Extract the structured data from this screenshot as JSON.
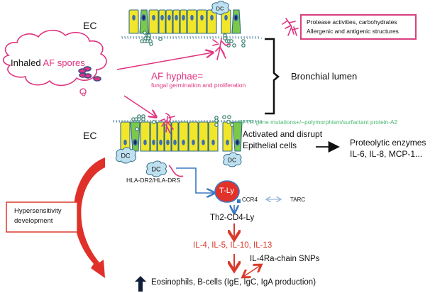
{
  "labels": {
    "ec_top": "EC",
    "ec_bottom": "EC",
    "inhaled_prefix": "Inhaled ",
    "inhaled_highlight": "AF spores",
    "af_hyphae": "AF hyphae=",
    "af_hyphae_sub": "fungal germination and proliferation",
    "bronchial_lumen": "Bronchial lumen",
    "protease_line1": "Protease activities, carbohydrates",
    "protease_line2": "Allergenic and antigenic structures",
    "cftr": "CFTR gene mutations+/−polymorphism/surfactant protein-A2",
    "activated_line1": "Activated and disrupt",
    "activated_line2": "Epithelial cells",
    "proteolytic_line1": "Proteolytic enzymes",
    "proteolytic_line2": "IL-6, IL-8, MCP-1...",
    "dc": "DC",
    "hla": "HLA-DR2/HLA-DRS",
    "tly": "T-Ly",
    "ccr4": "CCR4",
    "tarc": "TARC",
    "th2": "Th2-CD4-Ly",
    "interleukins": "IL-4, IL-5, IL-10, IL-13",
    "il4ra": "IL-4Ra-chain SNPs",
    "eosinophils": "Eosinophils, B-cells (IgE, IgC, IgA production)",
    "hypersensitivity_line1": "Hypersensitivity",
    "hypersensitivity_line2": "development"
  },
  "colors": {
    "pink": "#e0337f",
    "red": "#d93a2b",
    "blue": "#3b78c2",
    "cell_yellow": "#f2e62a",
    "cell_green": "#7cc84a",
    "cell_outline": "#2f6b8a",
    "nucleus": "#3c6fb4",
    "dc_fill": "#bfe0ef",
    "cftr_green": "#4cb873",
    "navy": "#0f1e3a"
  }
}
